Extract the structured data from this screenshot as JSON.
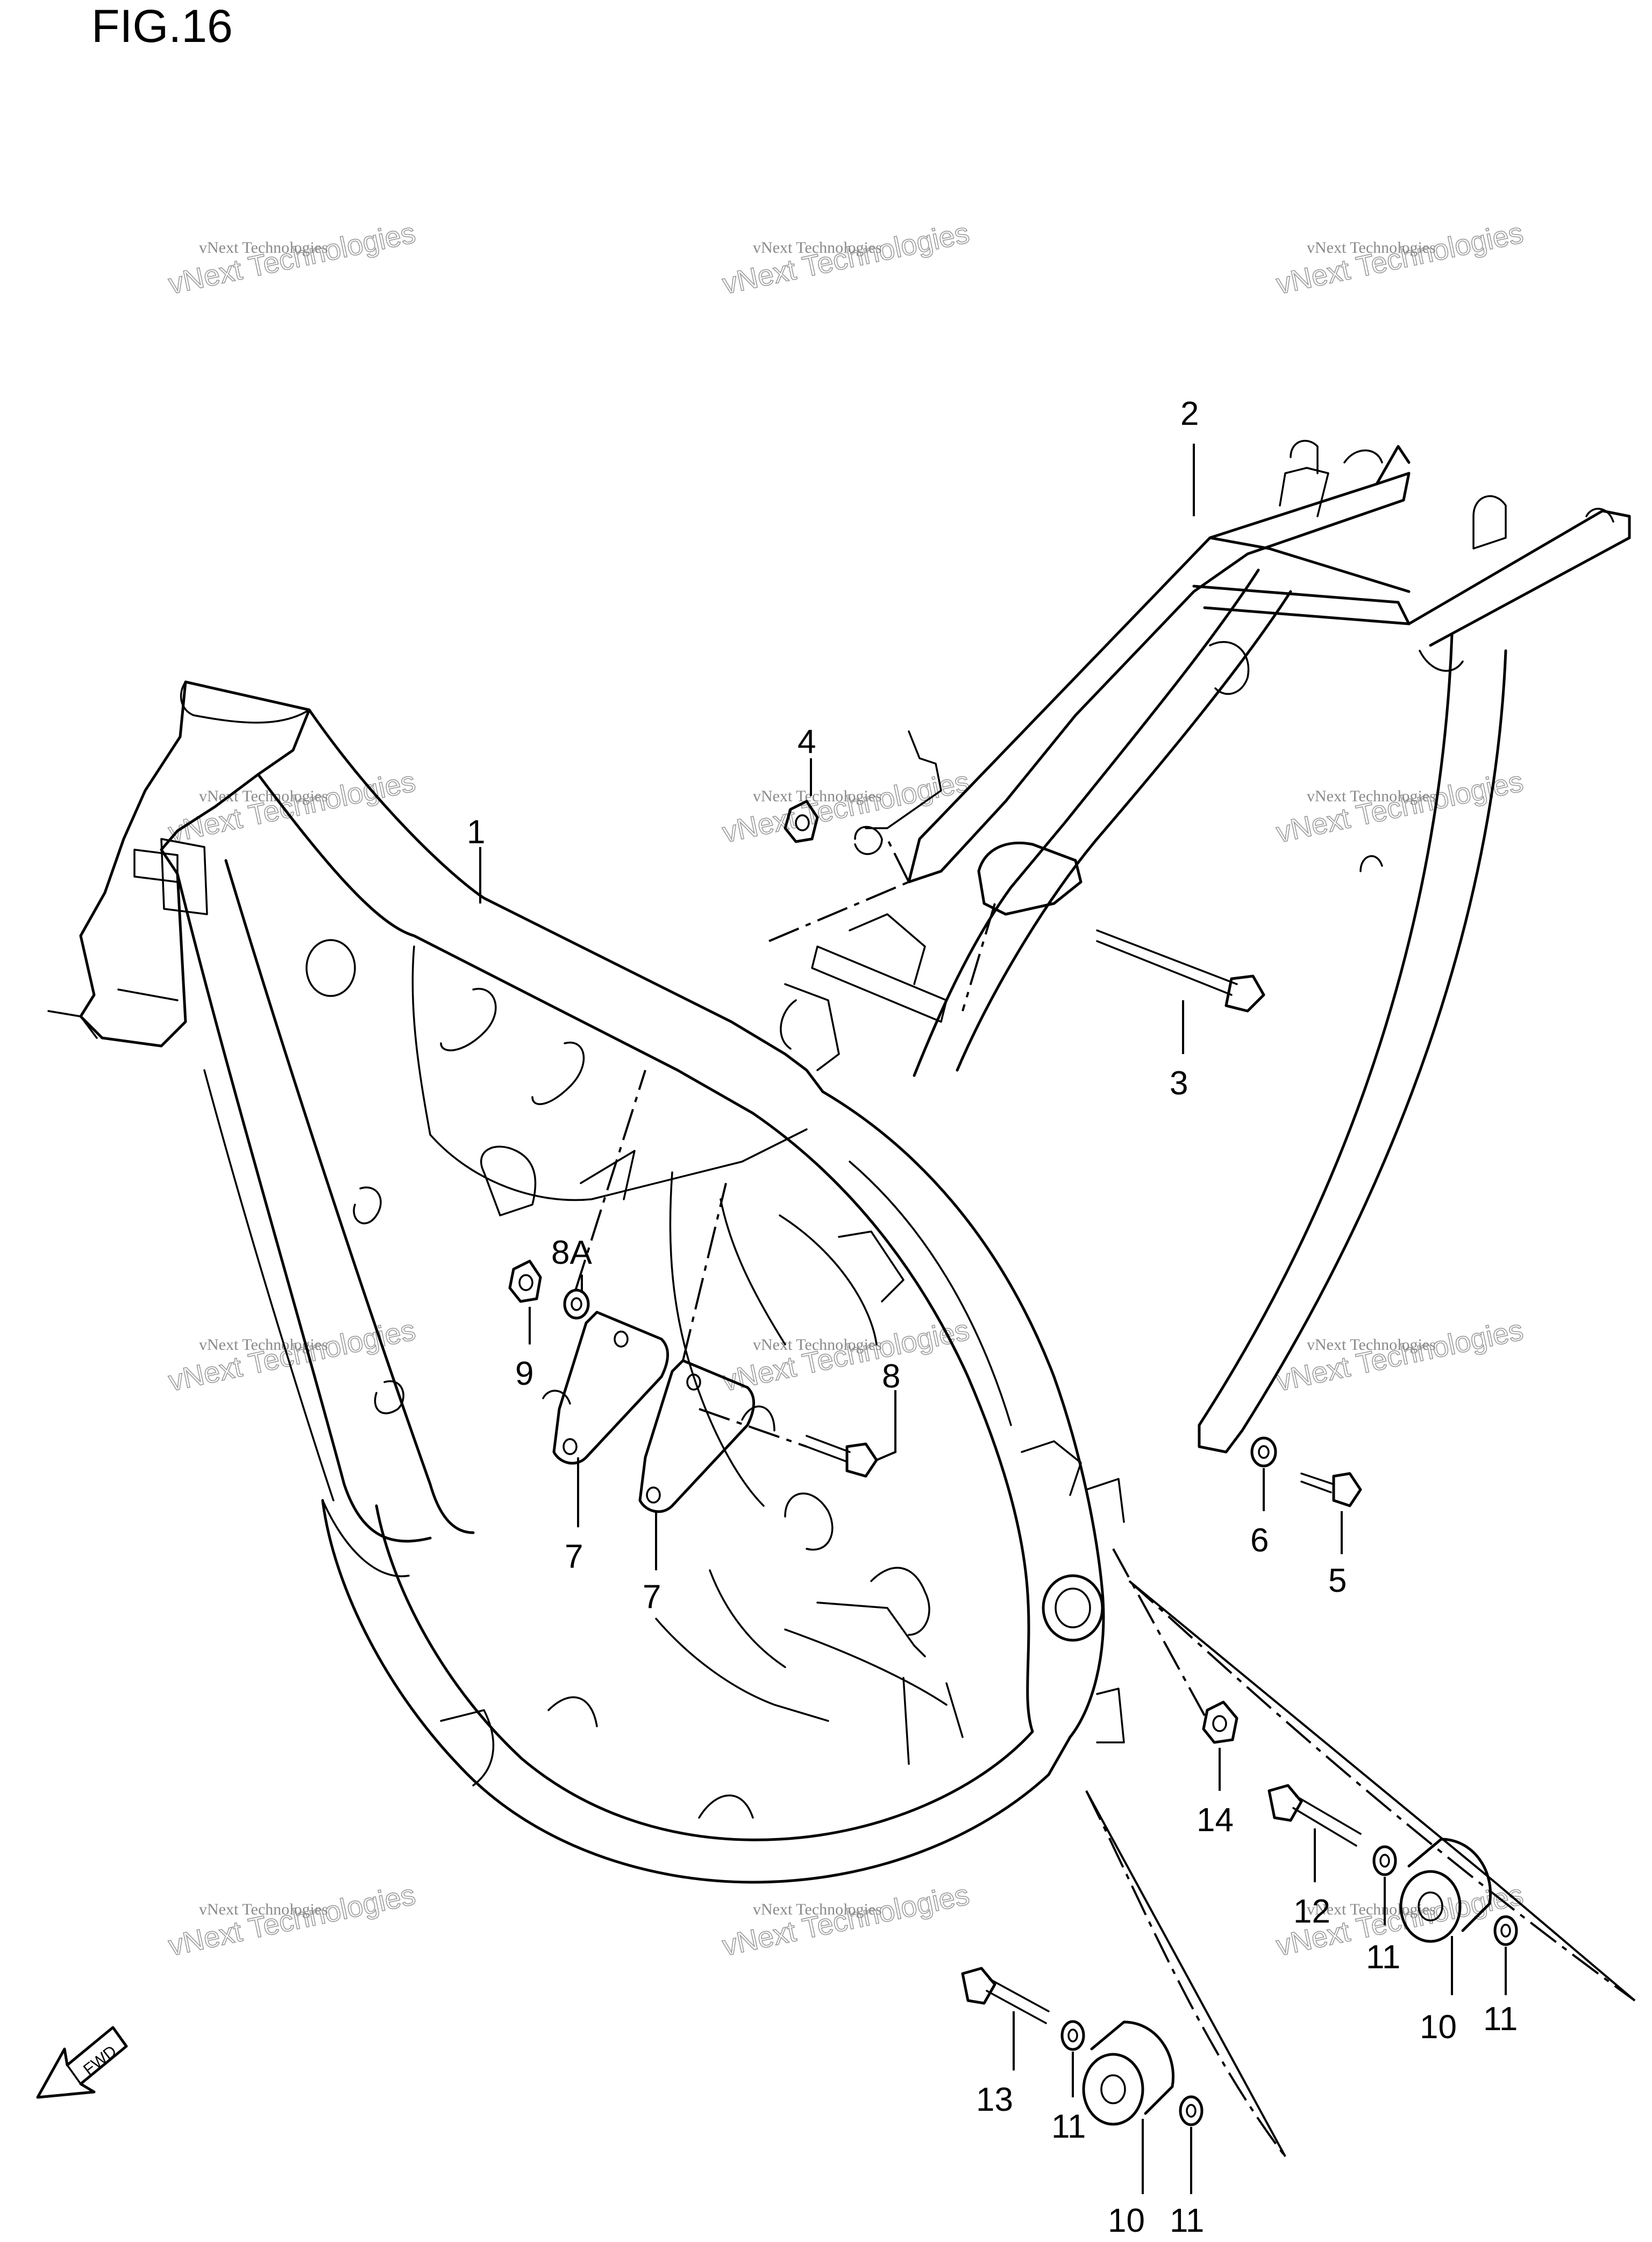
{
  "figure": {
    "title": "FIG.16"
  },
  "watermarks": [
    {
      "line1": "vNext Technologies",
      "line2": "vNext Technologies"
    }
  ],
  "callouts": [
    {
      "id": "p1",
      "label": "1"
    },
    {
      "id": "p2",
      "label": "2"
    },
    {
      "id": "p3",
      "label": "3"
    },
    {
      "id": "p4",
      "label": "4"
    },
    {
      "id": "p5",
      "label": "5"
    },
    {
      "id": "p6",
      "label": "6"
    },
    {
      "id": "p7a",
      "label": "7"
    },
    {
      "id": "p7b",
      "label": "7"
    },
    {
      "id": "p8",
      "label": "8"
    },
    {
      "id": "p8a",
      "label": "8A"
    },
    {
      "id": "p9",
      "label": "9"
    },
    {
      "id": "p10a",
      "label": "10"
    },
    {
      "id": "p10b",
      "label": "10"
    },
    {
      "id": "p11a",
      "label": "11"
    },
    {
      "id": "p11b",
      "label": "11"
    },
    {
      "id": "p11c",
      "label": "11"
    },
    {
      "id": "p11d",
      "label": "11"
    },
    {
      "id": "p12",
      "label": "12"
    },
    {
      "id": "p13",
      "label": "13"
    },
    {
      "id": "p14",
      "label": "14"
    }
  ],
  "direction_indicator": {
    "label": "FWD"
  }
}
